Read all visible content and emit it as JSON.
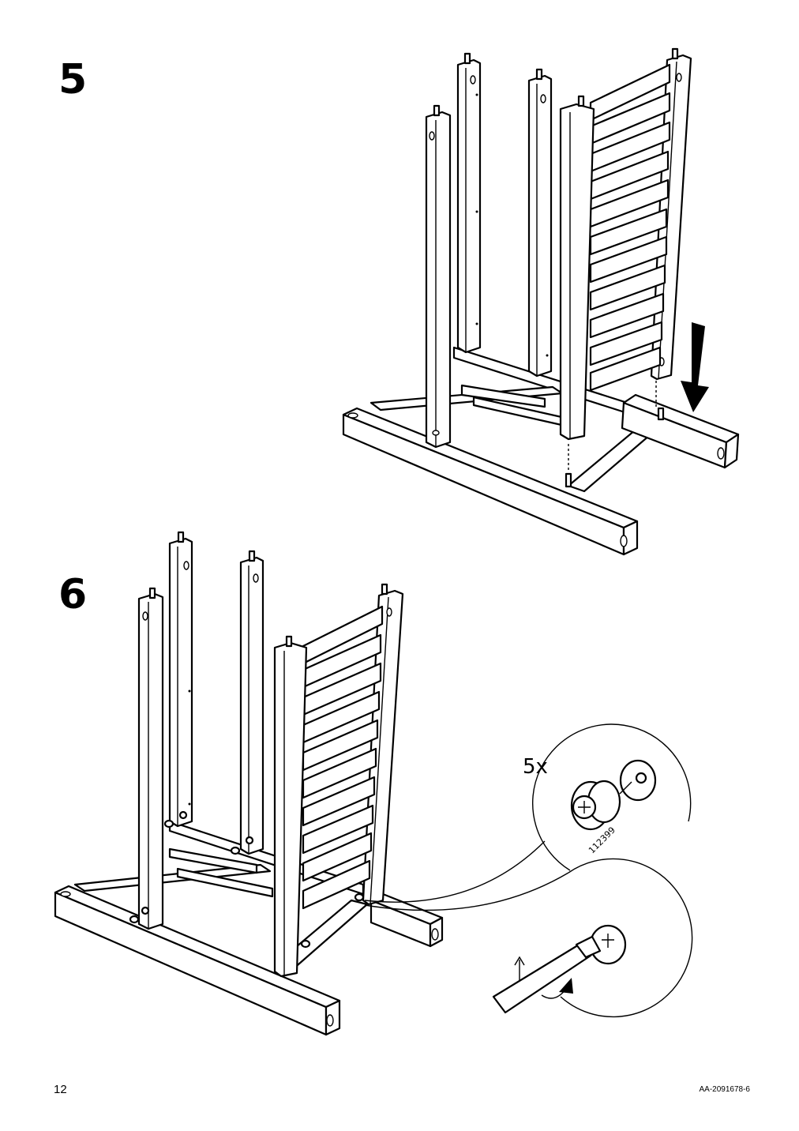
{
  "steps": [
    {
      "number": "5"
    },
    {
      "number": "6"
    }
  ],
  "callout": {
    "quantity": "5x",
    "part_number": "112399"
  },
  "footer": {
    "page_number": "12",
    "document_id": "AA-2091678-6"
  }
}
